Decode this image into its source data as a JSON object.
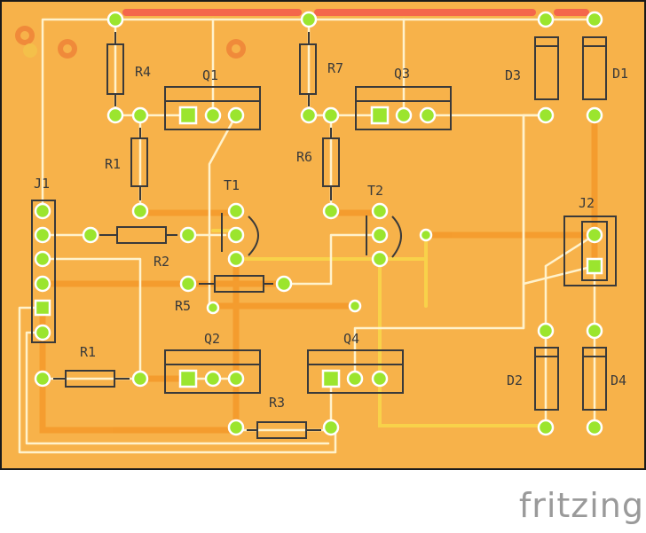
{
  "app": {
    "brand": "fritzing"
  },
  "labels": {
    "R4": "R4",
    "Q1": "Q1",
    "R7": "R7",
    "Q3": "Q3",
    "D3": "D3",
    "D1": "D1",
    "R1_top": "R1",
    "R6": "R6",
    "T1": "T1",
    "T2": "T2",
    "J1": "J1",
    "J2": "J2",
    "R2": "R2",
    "R5": "R5",
    "Q2": "Q2",
    "Q4": "Q4",
    "R1_bottom": "R1",
    "R3": "R3",
    "D2": "D2",
    "D4": "D4"
  },
  "colors": {
    "board": "#f7b24a",
    "trace_light": "#fff2cc",
    "trace_top": "#f8d24a",
    "trace_bottom": "#f49a2c",
    "pad_green": "#9be52e",
    "pad_ring": "#ffffff",
    "silkscreen": "#3a3a3a",
    "red_trace": "#f4664b"
  }
}
